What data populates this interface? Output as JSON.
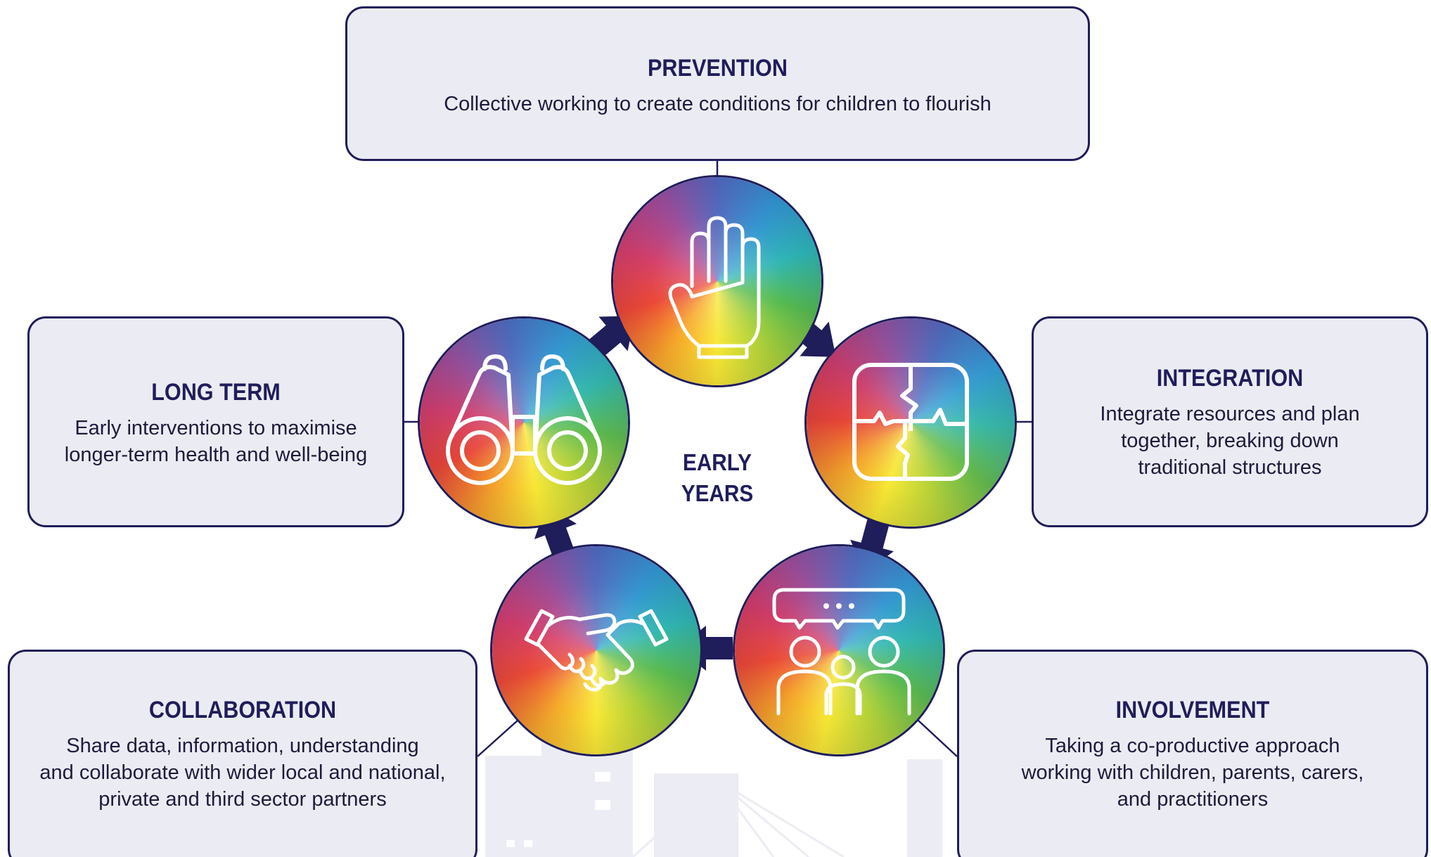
{
  "center": {
    "line1": "EARLY",
    "line2": "YEARS"
  },
  "boxes": {
    "prevention": {
      "title": "PREVENTION",
      "lines": [
        "Collective working to create conditions for children to flourish"
      ]
    },
    "integration": {
      "title": "INTEGRATION",
      "lines": [
        "Integrate resources and plan",
        "together, breaking down",
        "traditional structures"
      ]
    },
    "involvement": {
      "title": "INVOLVEMENT",
      "lines": [
        "Taking a co-productive approach",
        "working with children, parents, carers,",
        "and practitioners"
      ]
    },
    "collaboration": {
      "title": "COLLABORATION",
      "lines": [
        "Share data, information, understanding",
        "and collaborate with wider local and national,",
        "private and third sector partners"
      ]
    },
    "long_term": {
      "title": "LONG TERM",
      "lines": [
        "Early interventions to maximise",
        "longer-term health and well-being"
      ]
    }
  },
  "icons": {
    "prevention": "raised-hand-icon",
    "integration": "puzzle-icon",
    "involvement": "speech-bubble-family-icon",
    "collaboration": "handshake-icon",
    "long_term": "binoculars-icon"
  },
  "colors": {
    "navy": "#1f1d5a",
    "box_fill": "#ebebf3",
    "text": "#1d1b3c",
    "skyline": "#ececf4"
  }
}
